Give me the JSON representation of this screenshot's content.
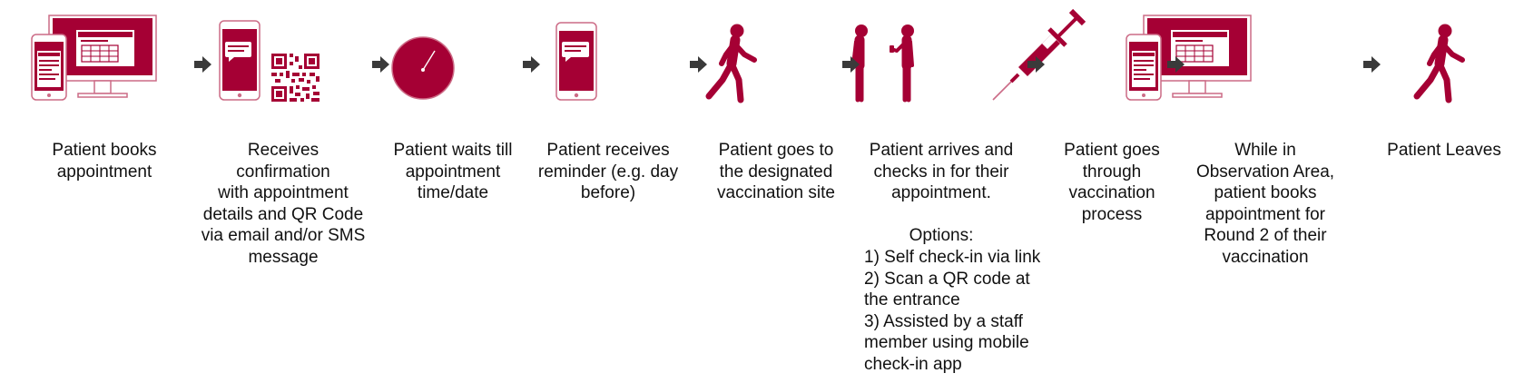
{
  "colors": {
    "accent": "#a50034",
    "arrow": "#3a3a3a",
    "text": "#111111",
    "outline": "#cc6b86"
  },
  "steps": [
    {
      "icon": "desktop-and-phone-icon",
      "label": [
        "Patient books",
        "appointment"
      ]
    },
    {
      "icon": "phone-message-and-qr-code-icon",
      "label": [
        "Receives",
        "confirmation",
        "with appointment",
        "details and QR Code",
        "via email and/or SMS",
        "message"
      ]
    },
    {
      "icon": "clock-icon",
      "label": [
        "Patient waits till",
        "appointment",
        "time/date"
      ]
    },
    {
      "icon": "phone-message-icon",
      "label": [
        "Patient receives",
        "reminder (e.g. day",
        "before)"
      ]
    },
    {
      "icon": "walking-person-icon",
      "label": [
        "Patient goes to",
        "the designated",
        "vaccination site"
      ]
    },
    {
      "icon": "two-people-icon",
      "label": [
        "Patient arrives and",
        "checks in for their",
        "appointment."
      ],
      "options_title": "Options:",
      "options": [
        "1) Self check-in via link",
        "2) Scan a QR code at",
        "the entrance",
        "3) Assisted by a staff",
        "member using mobile",
        "check-in app"
      ]
    },
    {
      "icon": "syringe-icon",
      "label": [
        "Patient goes",
        "through",
        "vaccination",
        "process"
      ]
    },
    {
      "icon": "desktop-and-phone-icon",
      "label": [
        "While in",
        "Observation Area,",
        "patient books",
        "appointment for",
        "Round 2 of their",
        "vaccination"
      ]
    },
    {
      "icon": "walking-person-icon",
      "label": [
        "Patient Leaves"
      ]
    }
  ]
}
